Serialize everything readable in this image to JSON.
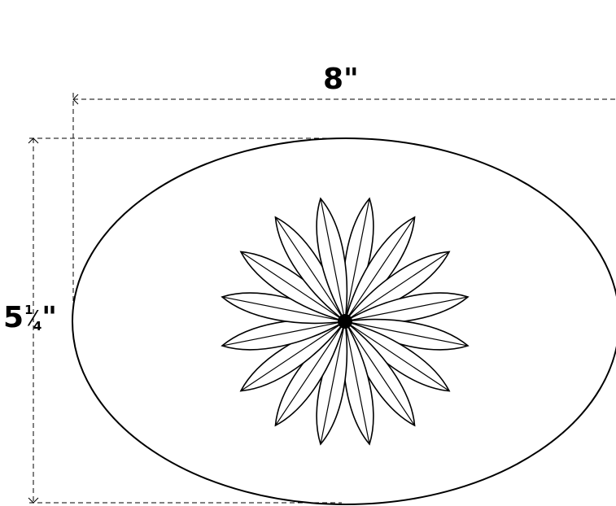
{
  "dimensions": {
    "width_label": "8\"",
    "height_whole": "5",
    "height_frac_num": "1",
    "height_frac_den": "4",
    "height_quote": "\""
  },
  "motif": {
    "petal_count": 16
  },
  "colors": {
    "stroke": "#000000",
    "background": "#ffffff"
  }
}
